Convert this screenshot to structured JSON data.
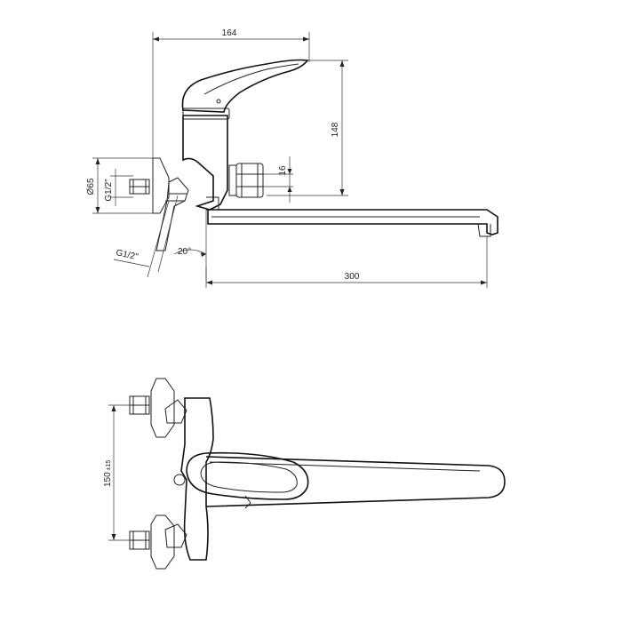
{
  "drawing": {
    "dimensions": {
      "width_164": "164",
      "height_148": "148",
      "spout_300": "300",
      "nut_16": "16",
      "rosette_dia": "Ø65",
      "thread_top": "G1/2\"",
      "thread_bottom": "G1/2\"",
      "angle": "20°",
      "center_dist": "150",
      "center_tol": "±15"
    }
  }
}
